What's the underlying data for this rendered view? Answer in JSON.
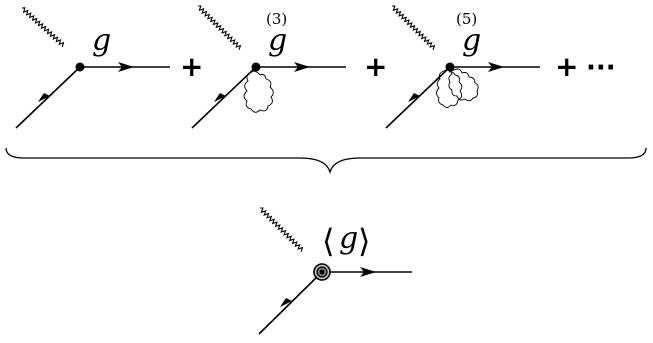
{
  "diagrams": [
    {
      "coupling": "g",
      "superscript": ""
    },
    {
      "coupling": "g",
      "superscript": "(3)"
    },
    {
      "coupling": "g",
      "superscript": "(5)"
    }
  ],
  "operators": {
    "plus": "+",
    "ellipsis": "···"
  },
  "result": {
    "left_bracket": "⟨",
    "coupling": "g",
    "right_bracket": "⟩"
  }
}
